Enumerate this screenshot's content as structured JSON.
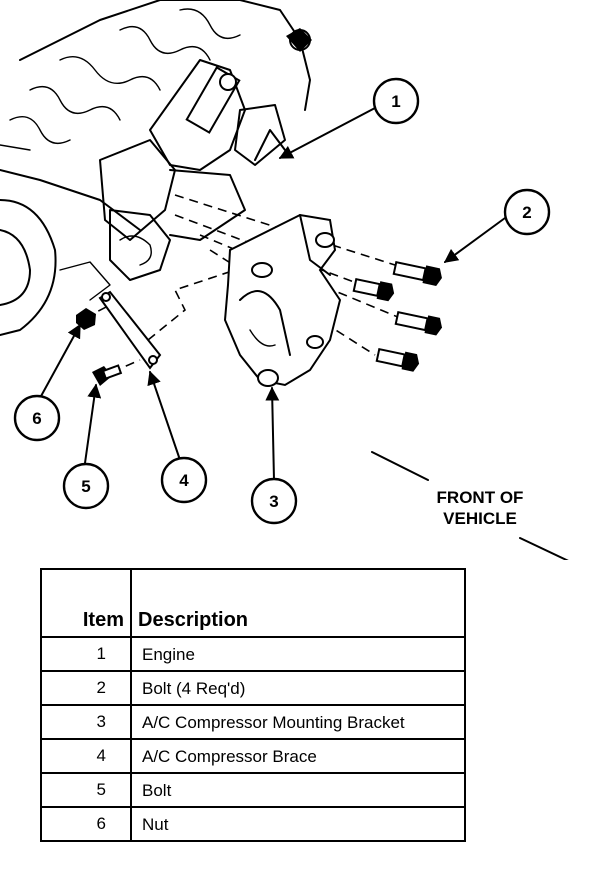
{
  "callouts": [
    "1",
    "2",
    "3",
    "4",
    "5",
    "6"
  ],
  "direction_label": {
    "line1": "FRONT OF",
    "line2": "VEHICLE"
  },
  "legend": {
    "header_item": "Item",
    "header_description": "Description",
    "rows": [
      {
        "item": "1",
        "description": "Engine"
      },
      {
        "item": "2",
        "description": "Bolt (4 Req'd)"
      },
      {
        "item": "3",
        "description": "A/C Compressor Mounting Bracket"
      },
      {
        "item": "4",
        "description": "A/C Compressor Brace"
      },
      {
        "item": "5",
        "description": "Bolt"
      },
      {
        "item": "6",
        "description": "Nut"
      }
    ]
  }
}
